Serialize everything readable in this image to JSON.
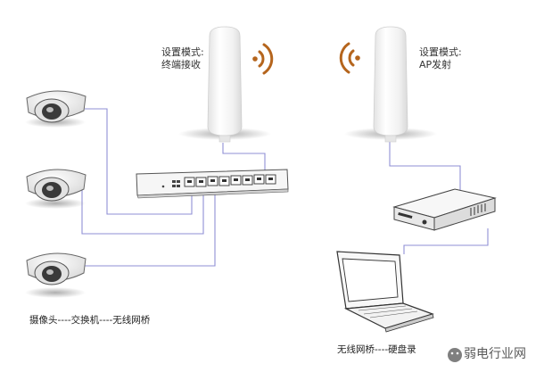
{
  "left_bridge": {
    "line1": "设置模式:",
    "line2": "终端接收"
  },
  "right_bridge": {
    "line1": "设置模式:",
    "line2": "AP发射"
  },
  "caption_left": "摄像头----交换机----无线网桥",
  "caption_right": "无线网桥----硬盘录",
  "watermark": "弱电行业网",
  "colors": {
    "link": "#8f8fd6",
    "signal": "#b5651d",
    "device": "#f4f4f4",
    "outline": "#555555"
  }
}
